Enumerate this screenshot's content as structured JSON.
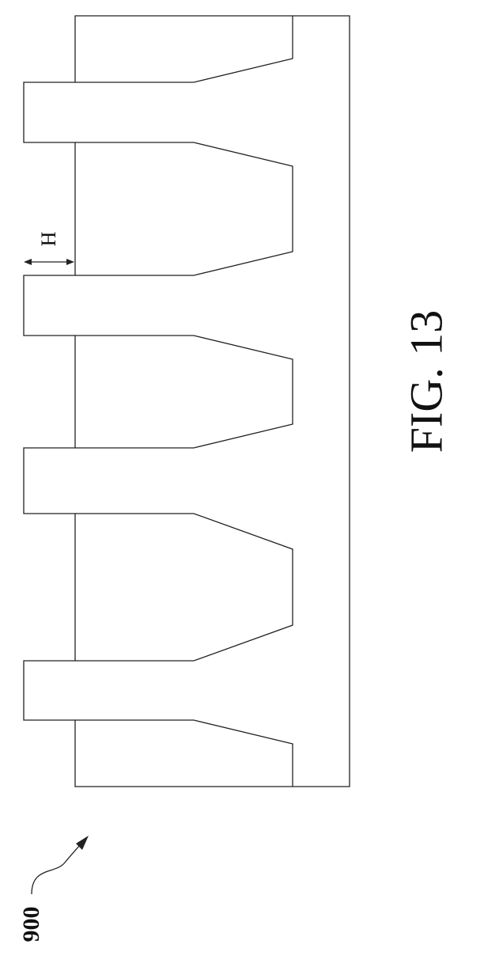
{
  "figure": {
    "caption": "FIG. 13",
    "reference_numeral": "900",
    "dimension_label": "H"
  },
  "colors": {
    "line": "#222222",
    "background": "#ffffff"
  }
}
